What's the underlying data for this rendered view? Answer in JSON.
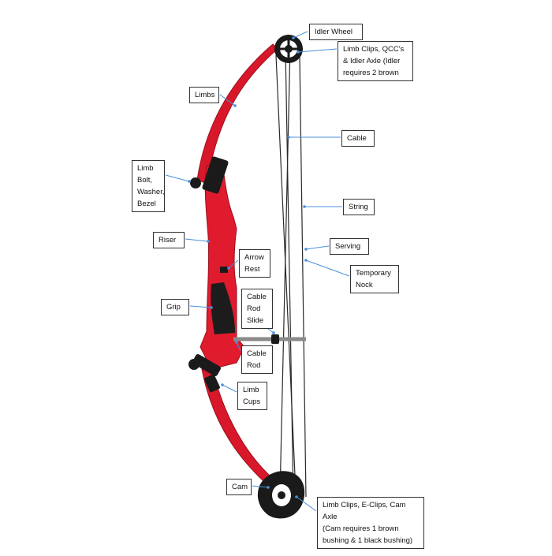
{
  "diagram": {
    "colors": {
      "limb": "#d8182a",
      "limb_dark": "#9a0f1c",
      "riser": "#e01b2e",
      "grip": "#1c1c1c",
      "hardware": "#1a1a1a",
      "string": "#2a2a2a",
      "leader": "#4a90d9",
      "rod": "#8a8a8a"
    },
    "labels": {
      "idler_wheel": "Idler Wheel",
      "limb_clips_top": "Limb Clips, QCC's\n& Idler Axle (Idler\nrequires 2 brown",
      "limbs": "Limbs",
      "cable": "Cable",
      "limb_bolt": "Limb\nBolt,\nWasher,\nBezel",
      "string": "String",
      "riser": "Riser",
      "serving": "Serving",
      "arrow_rest": "Arrow\nRest",
      "temporary_nock": "Temporary\nNock",
      "cable_rod_slide": "Cable\nRod\nSlide",
      "grip": "Grip",
      "cable_rod": "Cable\nRod",
      "limb_cups": "Limb\nCups",
      "cam": "Cam",
      "limb_clips_bottom": "Limb Clips, E-Clips, Cam Axle\n(Cam requires 1 brown\nbushing & 1 black bushing)"
    }
  }
}
